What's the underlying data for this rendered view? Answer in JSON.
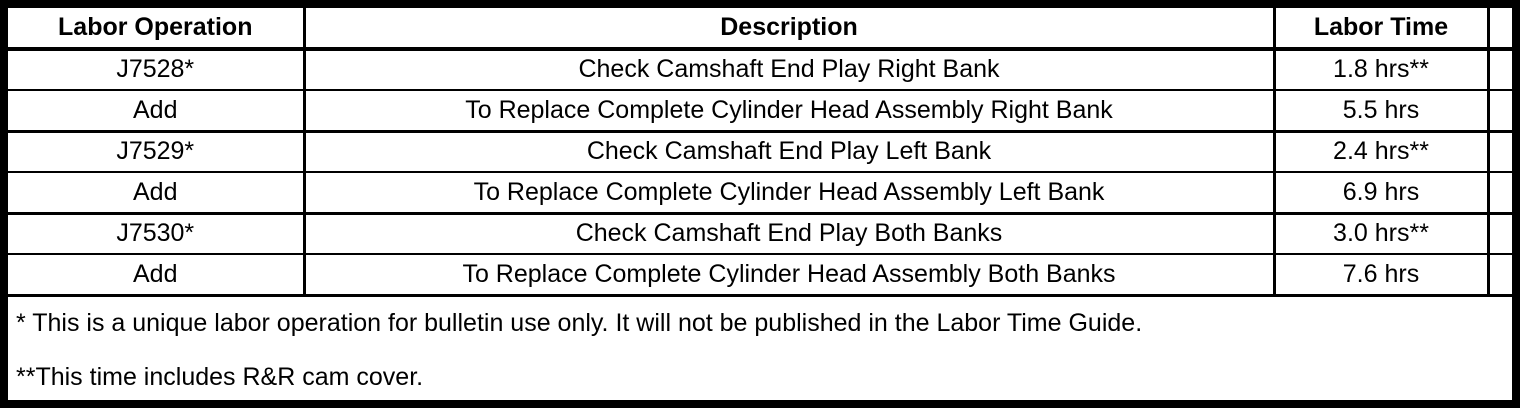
{
  "colors": {
    "background": "#ffffff",
    "text": "#000000",
    "border": "#000000"
  },
  "table": {
    "headers": {
      "operation": "Labor Operation",
      "description": "Description",
      "time": "Labor Time"
    },
    "rows": [
      {
        "operation": "J7528*",
        "description": "Check Camshaft End Play Right Bank",
        "time": "1.8 hrs**"
      },
      {
        "operation": "Add",
        "description": "To Replace Complete Cylinder Head Assembly Right Bank",
        "time": "5.5 hrs"
      },
      {
        "operation": "J7529*",
        "description": "Check Camshaft End Play Left Bank",
        "time": "2.4 hrs**"
      },
      {
        "operation": "Add",
        "description": "To Replace Complete Cylinder Head Assembly Left Bank",
        "time": "6.9 hrs"
      },
      {
        "operation": "J7530*",
        "description": "Check Camshaft End Play Both Banks",
        "time": "3.0 hrs**"
      },
      {
        "operation": "Add",
        "description": "To Replace Complete Cylinder Head Assembly Both Banks",
        "time": "7.6 hrs"
      }
    ],
    "notes": {
      "unique_operation": "* This is a unique labor operation for bulletin use only. It will not be published in the Labor Time Guide.",
      "rr_cam_cover": "**This time includes R&R cam cover."
    }
  }
}
